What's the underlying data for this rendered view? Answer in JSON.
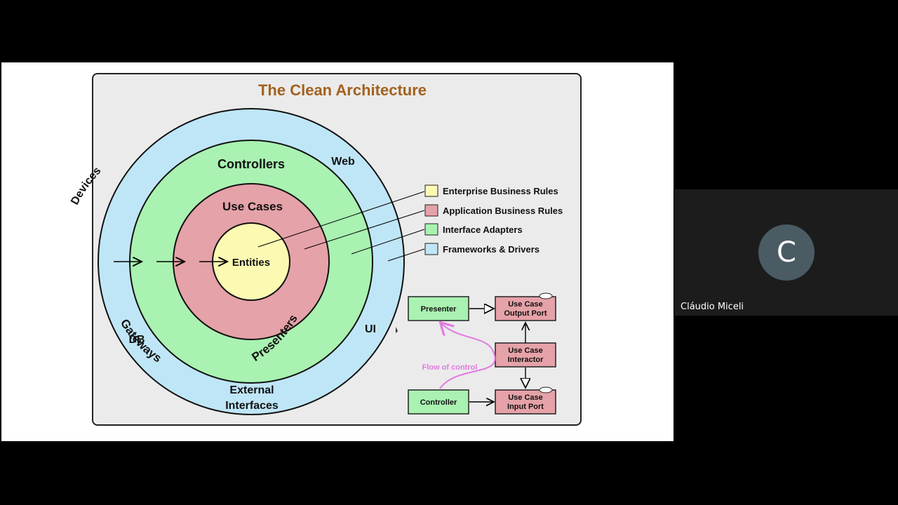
{
  "slide": {
    "title": "The Clean Architecture",
    "rings": {
      "outer_labels": {
        "devices": "Devices",
        "web": "Web",
        "db": "DB",
        "ui": "UI",
        "external": "External",
        "interfaces": "Interfaces"
      },
      "adapters_labels": {
        "controllers": "Controllers",
        "gateways": "Gateways",
        "presenters": "Presenters"
      },
      "usecases_label": "Use Cases",
      "entities_label": "Entities"
    },
    "legend": [
      {
        "label": "Enterprise Business Rules",
        "color": "#fbf9b2"
      },
      {
        "label": "Application Business Rules",
        "color": "#e5a2a8"
      },
      {
        "label": "Interface Adapters",
        "color": "#a9f2b1"
      },
      {
        "label": "Frameworks & Drivers",
        "color": "#bfe6f7"
      }
    ],
    "flow": {
      "presenter": "Presenter",
      "output_port_line1": "Use Case",
      "output_port_line2": "Output Port",
      "interactor_line1": "Use Case",
      "interactor_line2": "Interactor",
      "controller": "Controller",
      "input_port_line1": "Use Case",
      "input_port_line2": "Input Port",
      "flow_of_control": "Flow of control"
    },
    "colors": {
      "outer_ring": "#bfe6f7",
      "adapters_ring": "#a9f2b1",
      "usecases_ring": "#e5a2a8",
      "entities": "#fbf9b2",
      "title": "#a3611d",
      "flow_label": "#e27ae0"
    }
  },
  "participant": {
    "initial": "C",
    "name": "Cláudio Miceli"
  }
}
